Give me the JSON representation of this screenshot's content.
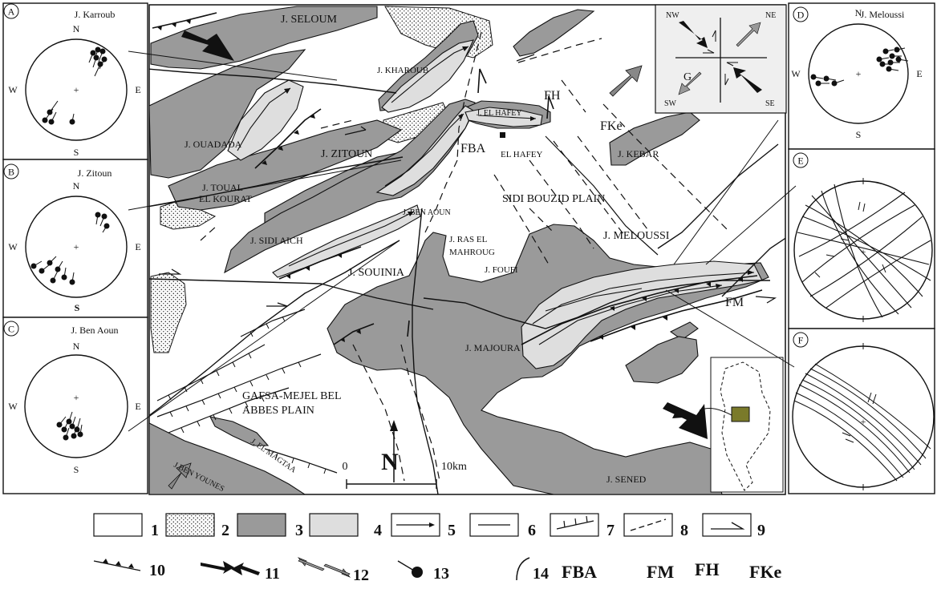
{
  "stereonets": {
    "A": {
      "letter": "A",
      "site": "J. Karroub",
      "n": "N",
      "s": "S",
      "e": "E",
      "w": "W"
    },
    "B": {
      "letter": "B",
      "site": "J. Zitoun",
      "n": "N",
      "s": "S",
      "e": "E",
      "w": "W"
    },
    "C": {
      "letter": "C",
      "site": "J. Ben Aoun",
      "n": "N",
      "s": "S",
      "e": "E",
      "w": "W"
    },
    "D": {
      "letter": "D",
      "site": "J. Meloussi",
      "n": "N",
      "s": "S",
      "e": "E",
      "w": "W"
    },
    "E": {
      "letter": "E"
    },
    "F": {
      "letter": "F"
    }
  },
  "map_labels": {
    "seloum": "J. SELOUM",
    "kharoub": "J. KHAROUB",
    "ouadada": "J. OUADADA",
    "zitoun": "J. ZITOUN",
    "el_hafey_ridge": "J. EL HAFEY",
    "el_hafey_town": "EL HAFEY",
    "kebar": "J. KEBAR",
    "toual1": "J. TOUAL",
    "toual2": "EL KOURAT",
    "ben_aoun": "J. BEN AOUN",
    "sidi_aich": "J. SIDI AICH",
    "ras1": "J. RAS EL",
    "ras2": "MAHROUG",
    "souinia": "J. SOUINIA",
    "foufi": "J. FOUFI",
    "sidi_bouzid": "SIDI BOUZID  PLAIN",
    "meloussi": "J. MELOUSSI",
    "majoura": "J. MAJOURA",
    "gafsa1": "GAFSA-MEJEL BEL",
    "gafsa2": "ABBES PLAIN",
    "ben_younes": "J.BEN YOUNES",
    "el_magtaa": "J. EL MAGTAA",
    "sened": "J. SENED",
    "fba": "FBA",
    "fh": "FH",
    "fke": "FKe",
    "fm": "FM",
    "north": "N",
    "scale_zero": "0",
    "scale_end": "10km"
  },
  "inset_g": {
    "letter": "G",
    "nw": "NW",
    "ne": "NE",
    "sw": "SW",
    "se": "SE"
  },
  "legend": {
    "items": [
      "1",
      "2",
      "3",
      "4",
      "5",
      "6",
      "7",
      "8",
      "9",
      "10",
      "11",
      "12",
      "13",
      "14"
    ],
    "abbreviations": [
      "FBA",
      "FM",
      "FH",
      "FKe"
    ]
  },
  "colors": {
    "unit_3_grey": "#9a9a9a",
    "unit_4_light": "#dedede",
    "background": "#ffffff",
    "ink": "#111111",
    "inset_bg": "#efefef",
    "country_box": "#7a7a2a"
  }
}
